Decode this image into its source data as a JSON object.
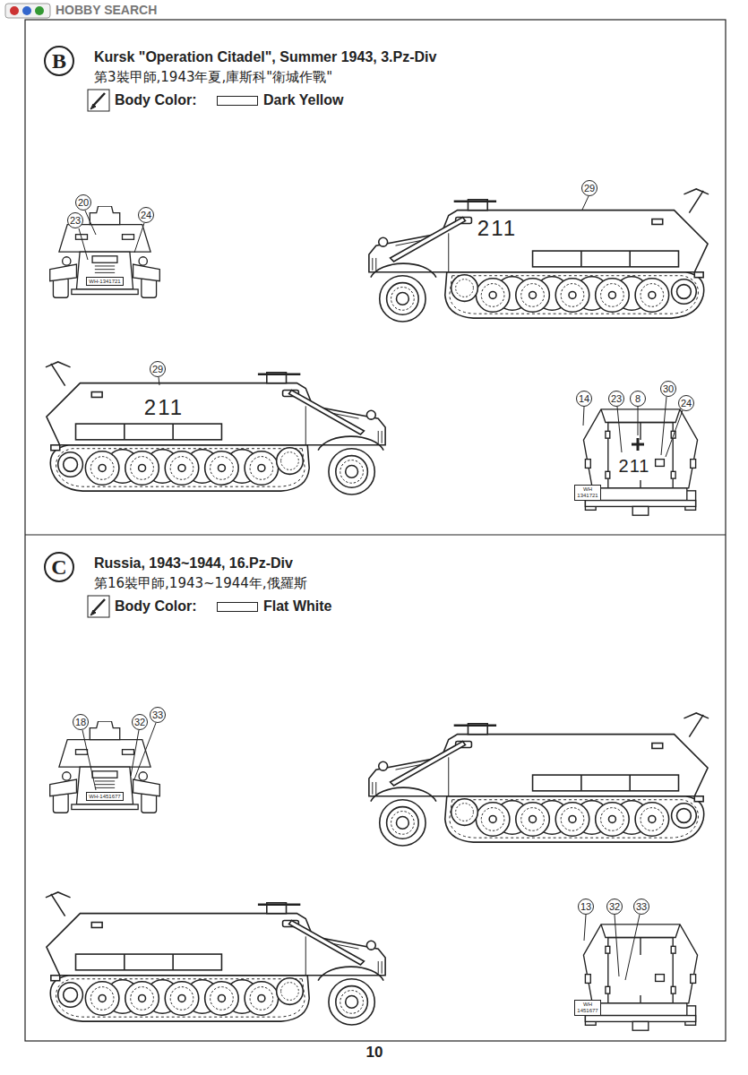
{
  "diagram": {
    "nodes": [
      {
        "text": [
          "B"
        ]
      },
      {
        "text": [
          "C"
        ]
      }
    ],
    "labels": [
      "HOBBY SEARCH",
      "Kursk \"Operation Citadel\", Summer 1943, 3.Pz-Div",
      "第3裝甲師,1943年夏,庫斯科\"衛城作戰\"",
      "Body Color:",
      "20",
      "23",
      "24",
      "WH-1341721",
      "29",
      "211",
      "29",
      "211",
      "14",
      "23",
      "8",
      "30",
      "24",
      "211",
      "WH 1341721",
      "Russia, 1943~1944, 16.Pz-Div",
      "第16裝甲師,1943~1944年,俄羅斯",
      "Body Color:",
      "18",
      "32",
      "33",
      "WH-1451677",
      "13",
      "32",
      "33",
      "WH 1451677",
      "10"
    ],
    "legend": [
      {
        "text": "Dark Yellow"
      },
      {
        "text": "Flat White"
      }
    ]
  }
}
